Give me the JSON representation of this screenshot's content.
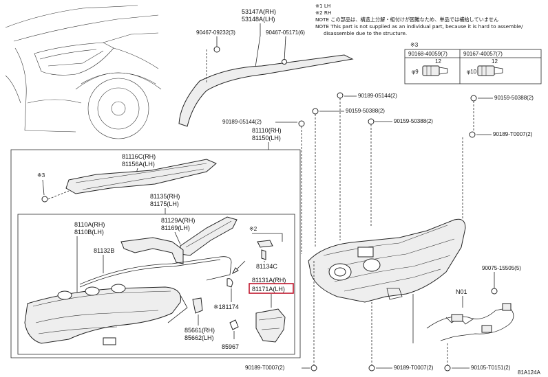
{
  "figure_id": "81A124A",
  "notes": {
    "n1": "※1  LH",
    "n2": "※2  RH",
    "jp": "NOTE この部品は、構造上分解・組付けが困難なため、単品では補給していません",
    "en1": "NOTE This part is not supplied as an individual part, because it is hard to assemble/",
    "en2": "disassemble due to the structure."
  },
  "table": {
    "mark": "※3",
    "col1": "90168-40059(7)",
    "col2": "90167-40057(7)",
    "dim1": "φ9",
    "dim2": "φ10",
    "len1": "12",
    "len2": "12"
  },
  "labels": {
    "p53147": "53147A(RH)",
    "p53148": "53148A(LH)",
    "p90467a": "90467-09232(3)",
    "p90467b": "90467-05171(6)",
    "p90189a": "90189-05144(2)",
    "p90159a": "90159-50388(2)",
    "p90159b": "90159-50388(2)",
    "p90159c": "90159-50388(2)",
    "p90189b": "90189-T0007(2)",
    "p90189c": "90189-05144(2)",
    "p81110": "81110(RH)",
    "p81150": "81150(LH)",
    "p81116": "81116C(RH)",
    "p81156": "81156A(LH)",
    "p3mark": "※3",
    "p81135": "81135(RH)",
    "p81175": "81175(LH)",
    "p8110a": "8110A(RH)",
    "p8110b": "8110B(LH)",
    "p81129": "81129A(RH)",
    "p81169": "81169(LH)",
    "p81132": "81132B",
    "p2mark": "※2",
    "p81134": "81134C",
    "p81131": "81131A(RH)",
    "p81171": "81171A(LH)",
    "p81174": "※181174",
    "p85661": "85661(RH)",
    "p85662": "85662(LH)",
    "p85967": "85967",
    "p90075": "90075-15505(5)",
    "pN01": "N01",
    "pb1": "90189-T0007(2)",
    "pb2": "90189-T0007(2)",
    "pb3": "90105-T0151(2)"
  },
  "colors": {
    "line": "#222222",
    "highlight": "#c0162c",
    "background": "#ffffff"
  }
}
